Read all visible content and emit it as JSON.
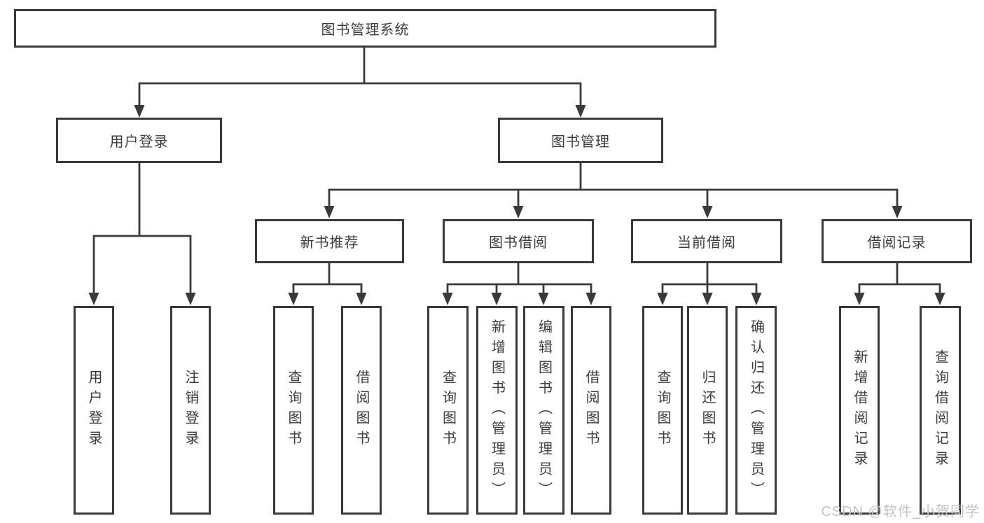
{
  "tree": {
    "root": "图书管理系统",
    "level2": [
      {
        "label": "用户登录",
        "children": [
          {
            "label": "用户登录"
          },
          {
            "label": "注销登录"
          }
        ]
      },
      {
        "label": "图书管理",
        "children": [
          {
            "label": "新书推荐",
            "children": [
              {
                "label": "查询图书"
              },
              {
                "label": "借阅图书"
              }
            ]
          },
          {
            "label": "图书借阅",
            "children": [
              {
                "label": "查询图书"
              },
              {
                "label": "新增图书（管理员）"
              },
              {
                "label": "编辑图书（管理员）"
              },
              {
                "label": "借阅图书"
              }
            ]
          },
          {
            "label": "当前借阅",
            "children": [
              {
                "label": "查询图书"
              },
              {
                "label": "归还图书"
              },
              {
                "label": "确认归还（管理员）"
              }
            ]
          },
          {
            "label": "借阅记录",
            "children": [
              {
                "label": "新增借阅记录"
              },
              {
                "label": "查询借阅记录"
              }
            ]
          }
        ]
      }
    ]
  },
  "watermark": "CSDN @软件_小贺同学",
  "colors": {
    "line": "#3a3a3a",
    "text": "#3d3d3d",
    "watermark": "#c3c3c3",
    "background": "#ffffff"
  }
}
